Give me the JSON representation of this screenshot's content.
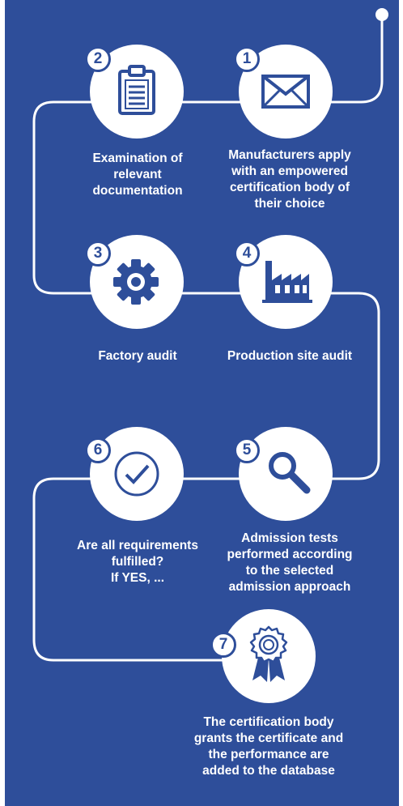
{
  "colors": {
    "background": "#2e4e9a",
    "circle": "#ffffff",
    "path": "#ffffff",
    "text": "#ffffff"
  },
  "steps": [
    {
      "number": "1",
      "icon": "envelope-icon",
      "label": "Manufacturers apply\nwith an empowered\ncertification body of\ntheir choice"
    },
    {
      "number": "2",
      "icon": "clipboard-icon",
      "label": "Examination of\nrelevant\ndocumentation"
    },
    {
      "number": "3",
      "icon": "gear-icon",
      "label": "Factory audit"
    },
    {
      "number": "4",
      "icon": "factory-icon",
      "label": "Production site audit"
    },
    {
      "number": "5",
      "icon": "magnifier-icon",
      "label": "Admission tests\nperformed according\nto the selected\nadmission approach"
    },
    {
      "number": "6",
      "icon": "checkmark-icon",
      "label": "Are all requirements\nfulfilled?\nIf YES, ..."
    },
    {
      "number": "7",
      "icon": "award-ribbon-icon",
      "label": "The certification body\ngrants the certificate and\nthe performance are\nadded to the database"
    }
  ]
}
